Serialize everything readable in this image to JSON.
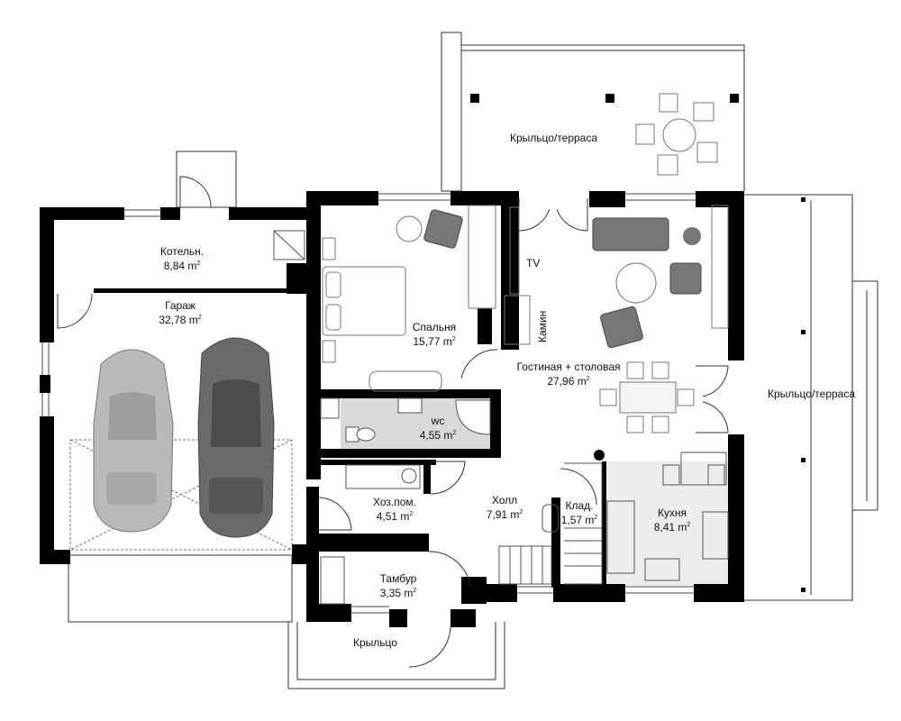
{
  "rooms": {
    "kotelnaya": {
      "name": "Котельн.",
      "area": "8,84 m"
    },
    "garage": {
      "name": "Гараж",
      "area": "32,78 m"
    },
    "bedroom": {
      "name": "Спальня",
      "area": "15,77 m"
    },
    "wc": {
      "name": "wc",
      "area": "4,55 m"
    },
    "utility": {
      "name": "Хоз.пом.",
      "area": "4,51 m"
    },
    "vestibule": {
      "name": "Тамбур",
      "area": "3,35 m"
    },
    "hall": {
      "name": "Холл",
      "area": "7,91 m"
    },
    "pantry": {
      "name": "Клад.",
      "area": "1,57 m"
    },
    "kitchen": {
      "name": "Кухня",
      "area": "8,41 m"
    },
    "living": {
      "name": "Гостиная + столовая",
      "area": "27,96 m"
    }
  },
  "labels": {
    "terrace_top": "Крыльцо/терраса",
    "terrace_right": "Крыльцо/терраса",
    "porch": "Крыльцо",
    "tv": "TV",
    "fireplace": "Камин",
    "unit_sup": "2"
  },
  "colors": {
    "wall": "#000000",
    "line": "#333333",
    "furniture": "#777777",
    "car_light": "#b9b9b9",
    "car_dark": "#6a6a6a",
    "wc_floor": "#d9d9d9",
    "kitchen_floor": "#ededed"
  }
}
